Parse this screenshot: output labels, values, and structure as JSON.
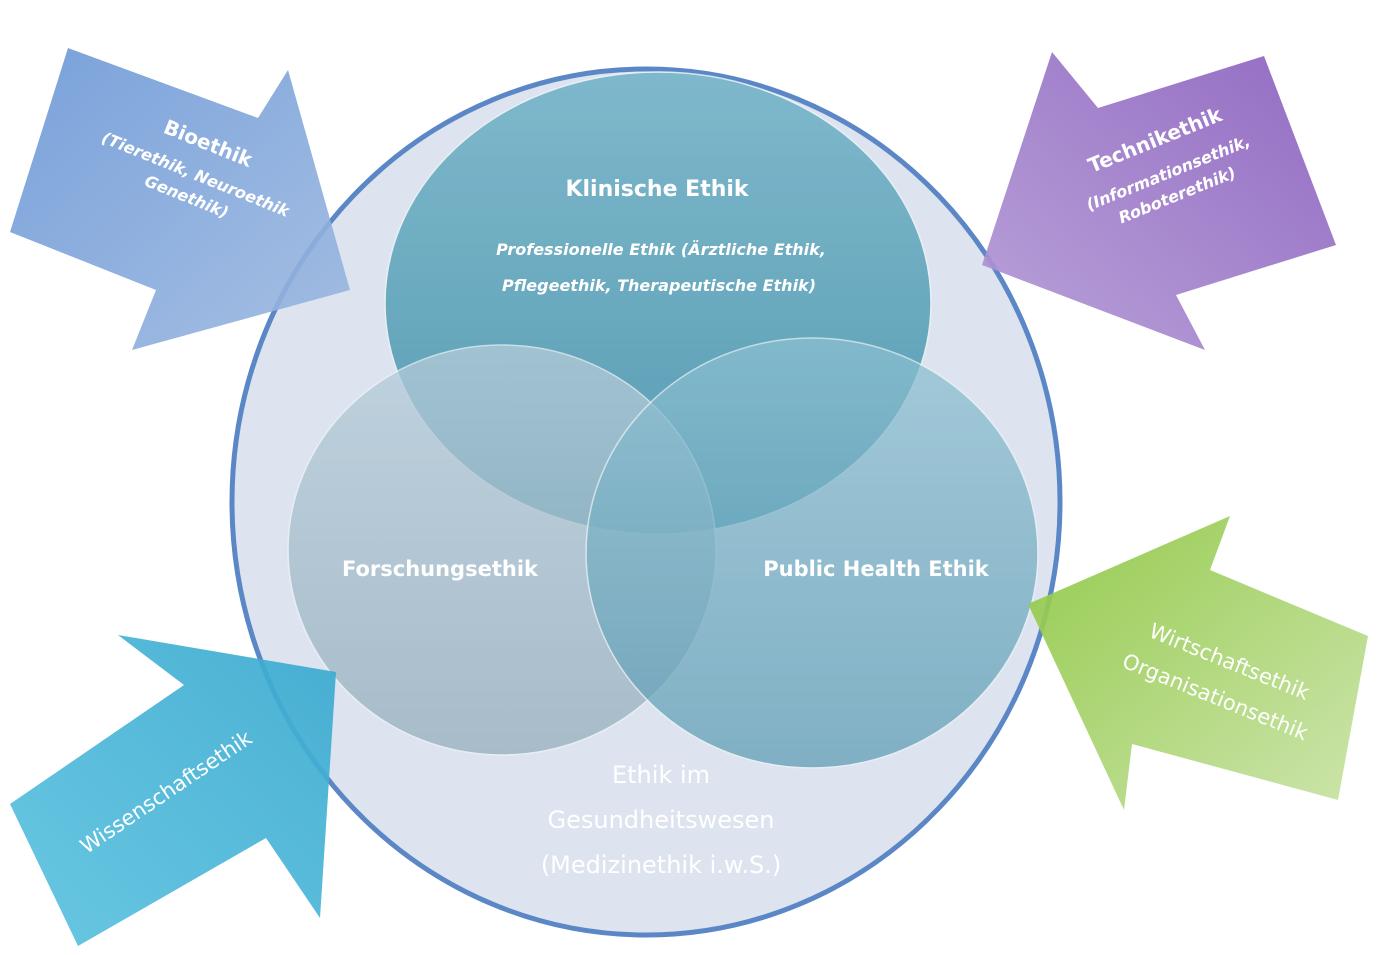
{
  "outer": {
    "lines": [
      "Ethik im",
      "Gesundheitswesen",
      "(Medizinethik i.w.S.)"
    ]
  },
  "circles": {
    "top": {
      "title": "Klinische Ethik",
      "subtitle": [
        "Professionelle Ethik (Ärztliche Ethik,",
        "Pflegeethik, Therapeutische Ethik)"
      ]
    },
    "left": {
      "title": "Forschungsethik"
    },
    "right": {
      "title": "Public Health Ethik"
    }
  },
  "arrows": {
    "bioethik": {
      "title": "Bioethik",
      "details": [
        "(Tierethik, Neuroethik",
        "Genethik)"
      ]
    },
    "technikethik": {
      "title": "Technikethik",
      "details": [
        "(Informationsethik,",
        "Roboterethik)"
      ]
    },
    "wissenschaftsethik": {
      "title": "Wissenschaftsethik"
    },
    "wirtschaftsethik": {
      "lines": [
        "Wirtschaftsethik",
        "Organisationsethik"
      ]
    }
  },
  "colors": {
    "outer_fill": "#dde4ef",
    "outer_stroke": "#5b87c6",
    "circle_top": "#5ba3bb",
    "circle_left": "#8fb4c6",
    "circle_right": "#6eaac0",
    "arrow_blue": "#4f7fc6",
    "arrow_purple": "#8e68bd",
    "arrow_cyan": "#3fb4d4",
    "arrow_green": "#8fc24a"
  }
}
